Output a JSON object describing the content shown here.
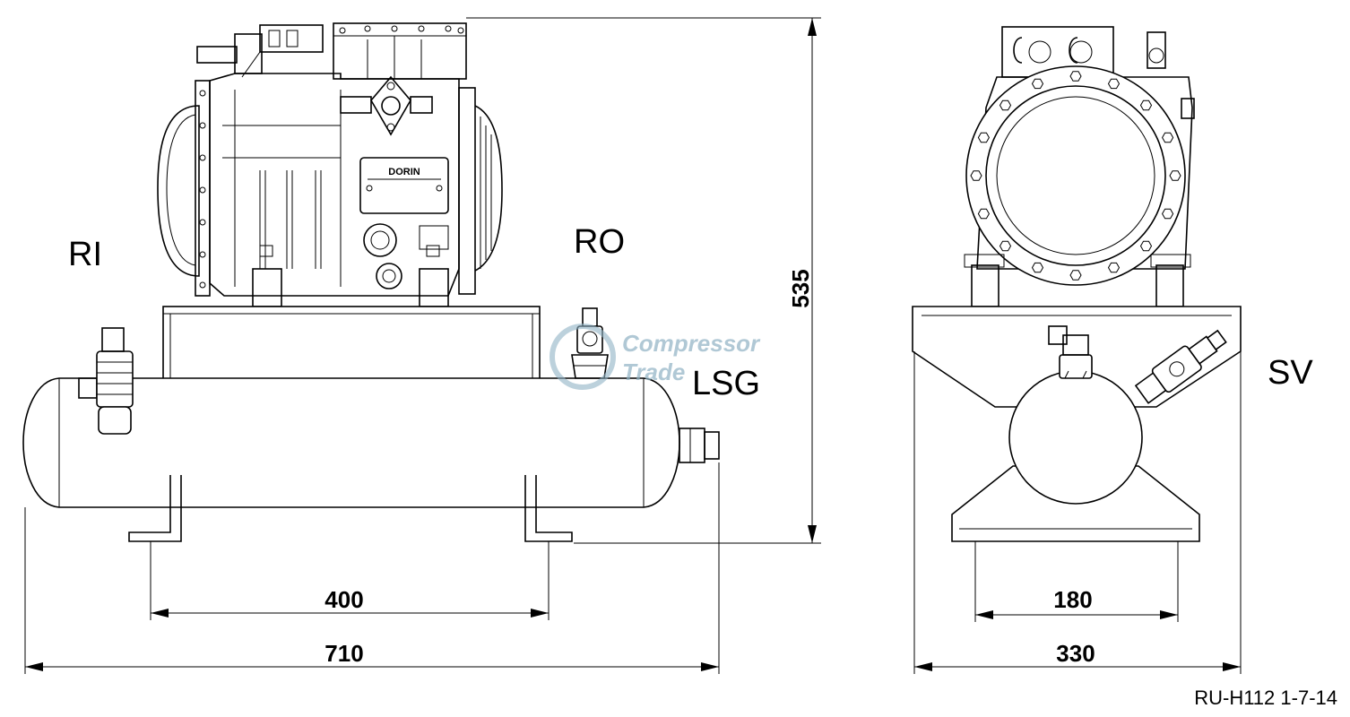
{
  "labels": {
    "ri": "RI",
    "ro": "RO",
    "lsg": "LSG",
    "sv": "SV"
  },
  "dimensions": {
    "height": "535",
    "foot_spacing": "400",
    "total_length": "710",
    "side_foot_spacing": "180",
    "side_width": "330"
  },
  "nameplate": "DORIN",
  "watermark": {
    "line1": "Compressor",
    "line2": "Trade"
  },
  "drawing_code": "RU-H112 1-7-14",
  "colors": {
    "line": "#000000",
    "background": "#ffffff",
    "watermark": "#8fb2c4"
  }
}
